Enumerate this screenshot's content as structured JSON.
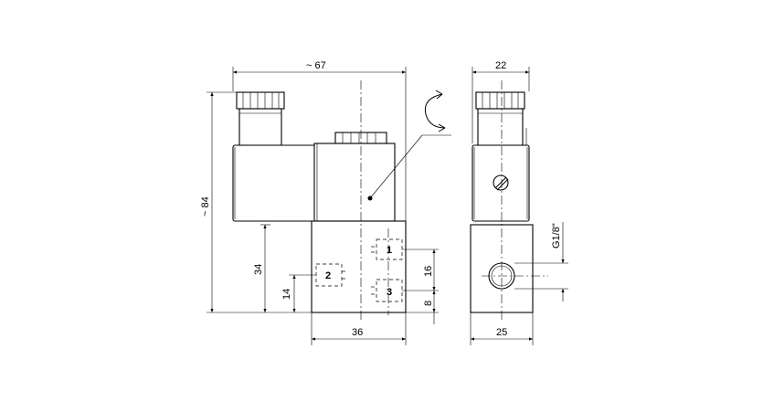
{
  "dimensions": {
    "overall_length": "~ 67",
    "overall_height": "~ 84",
    "coil_width": "22",
    "body_width": "36",
    "body_depth": "25",
    "port2_height": "34",
    "port2_offset": "14",
    "port_spacing": "16",
    "port3_offset": "8",
    "thread": "G1/8\""
  },
  "ports": {
    "p1": "1",
    "p2": "2",
    "p3": "3"
  }
}
